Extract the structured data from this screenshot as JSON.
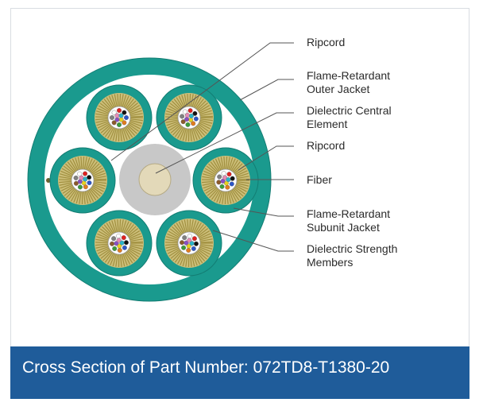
{
  "labels": {
    "ripcord_top": "Ripcord",
    "outer_jacket_1": "Flame-Retardant",
    "outer_jacket_2": "Outer Jacket",
    "central_1": "Dielectric Central",
    "central_2": "Element",
    "ripcord_mid": "Ripcord",
    "fiber": "Fiber",
    "subunit_1": "Flame-Retardant",
    "subunit_2": "Subunit Jacket",
    "strength_1": "Dielectric Strength",
    "strength_2": "Members"
  },
  "caption": "Cross Section of Part Number: 072TD8-T1380-20",
  "colors": {
    "jacket": "#1a9a8e",
    "jacket_edge": "#137d73",
    "central": "#c8c8c8",
    "core": "#e3d9b9",
    "caption_bg": "#1f5c9a",
    "strength": "#a08f3f",
    "leader": "#555555"
  },
  "fiber_colors": [
    "#2b55c8",
    "#e07b1f",
    "#3a9b3a",
    "#8b5a2b",
    "#808080",
    "#ffffff",
    "#e02020",
    "#111111",
    "#e8d21f",
    "#8a4fc2",
    "#e68ab4",
    "#2ab3c9"
  ]
}
